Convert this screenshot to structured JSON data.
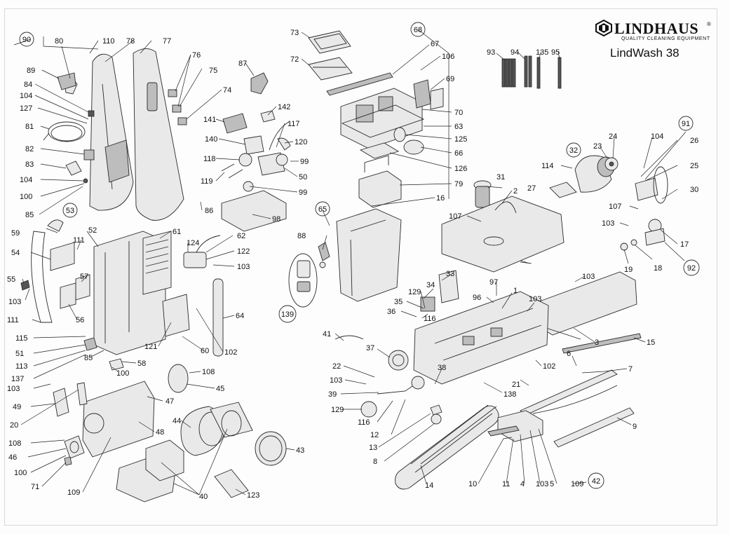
{
  "brand": {
    "name": "LINDHAUS",
    "registered": "®",
    "tagline": "QUALITY CLEANING EQUIPMENT",
    "model": "LindWash 38"
  },
  "colors": {
    "ink": "#111111",
    "part_fill": "#e9e9e9",
    "part_dark": "#bdbdbd"
  },
  "group_labels": [
    "90",
    "53",
    "65",
    "68",
    "139",
    "91",
    "92",
    "32",
    "42"
  ],
  "part_labels": [
    "80",
    "110",
    "78",
    "77",
    "76",
    "75",
    "74",
    "89",
    "84",
    "104",
    "127",
    "81",
    "82",
    "83",
    "104",
    "100",
    "85",
    "87",
    "141",
    "142",
    "117",
    "140",
    "120",
    "118",
    "99",
    "50",
    "119",
    "99",
    "86",
    "98",
    "73",
    "72",
    "67",
    "106",
    "69",
    "70",
    "63",
    "125",
    "66",
    "126",
    "79",
    "16",
    "31",
    "2",
    "107",
    "88",
    "93",
    "94",
    "135",
    "95",
    "114",
    "23",
    "24",
    "104",
    "26",
    "25",
    "30",
    "27",
    "107",
    "103",
    "17",
    "18",
    "19",
    "59",
    "52",
    "61",
    "62",
    "124",
    "122",
    "103",
    "111",
    "54",
    "57",
    "55",
    "103",
    "56",
    "111",
    "115",
    "51",
    "113",
    "137",
    "85",
    "100",
    "58",
    "103",
    "49",
    "20",
    "108",
    "46",
    "100",
    "71",
    "109",
    "48",
    "47",
    "44",
    "43",
    "40",
    "123",
    "121",
    "60",
    "102",
    "64",
    "108",
    "45",
    "36",
    "35",
    "34",
    "33",
    "129",
    "116",
    "97",
    "96",
    "1",
    "103",
    "41",
    "37",
    "22",
    "103",
    "38",
    "39",
    "129",
    "116",
    "12",
    "13",
    "8",
    "14",
    "138",
    "102",
    "21",
    "6",
    "7",
    "15",
    "3",
    "103",
    "9",
    "10",
    "11",
    "4",
    "103",
    "5",
    "109"
  ]
}
